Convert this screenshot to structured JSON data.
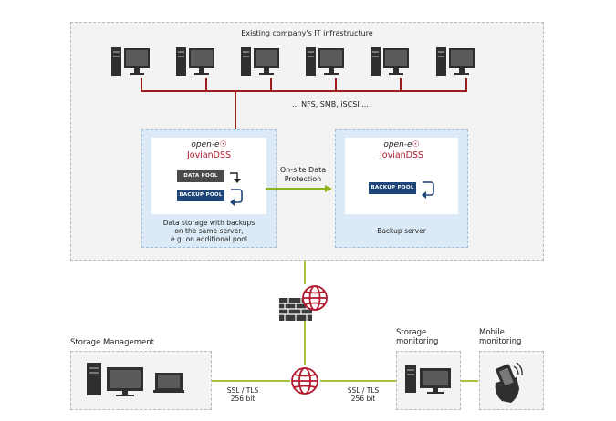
{
  "infrastructure": {
    "title": "Existing company's IT infrastructure",
    "protocols": "... NFS, SMB, iSCSI ..."
  },
  "main_server": {
    "logo_top": "open-e",
    "logo_bottom": "JovianDSS",
    "data_pool": "DATA POOL",
    "backup_pool": "BACKUP POOL",
    "caption_line1": "Data storage with backups",
    "caption_line2": "on the same server,",
    "caption_line3": "e.g. on additional pool"
  },
  "replication": {
    "label_line1": "On-site Data",
    "label_line2": "Protection"
  },
  "backup_server": {
    "logo_top": "open-e",
    "logo_bottom": "JovianDSS",
    "backup_pool": "BACKUP POOL",
    "caption": "Backup server"
  },
  "storage_management": {
    "title": "Storage Management"
  },
  "storage_monitoring": {
    "title_line1": "Storage",
    "title_line2": "monitoring"
  },
  "mobile_monitoring": {
    "title_line1": "Mobile",
    "title_line2": "monitoring"
  },
  "ssl_left": {
    "line1": "SSL / TLS",
    "line2": "256 bit"
  },
  "ssl_right": {
    "line1": "SSL / TLS",
    "line2": "256 bit"
  },
  "colors": {
    "network_line": "#9e1c1c",
    "replication_arrow": "#8db31e",
    "connector_line": "#a8c23a",
    "brand_red": "#b3182c",
    "pool_blue": "#1e4577",
    "pool_dark": "#4b4b4b",
    "panel_blue": "#dceaf7",
    "infra_gray": "#f3f3f3"
  }
}
